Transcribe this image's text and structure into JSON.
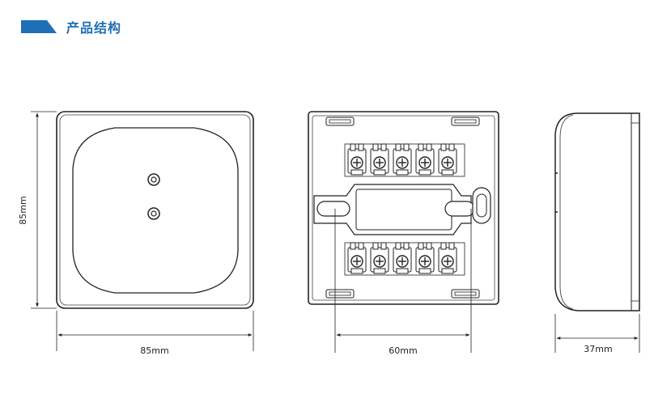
{
  "header": {
    "title": "产品结构",
    "accent_color": "#1f6fb7",
    "icon": "blue-flag-tab-icon"
  },
  "views": {
    "front": {
      "width_label": "85mm",
      "height_label": "85mm"
    },
    "back": {
      "hole_spacing_label": "60mm",
      "terminal_blocks_per_row": 5
    },
    "side": {
      "depth_label": "37mm"
    }
  }
}
